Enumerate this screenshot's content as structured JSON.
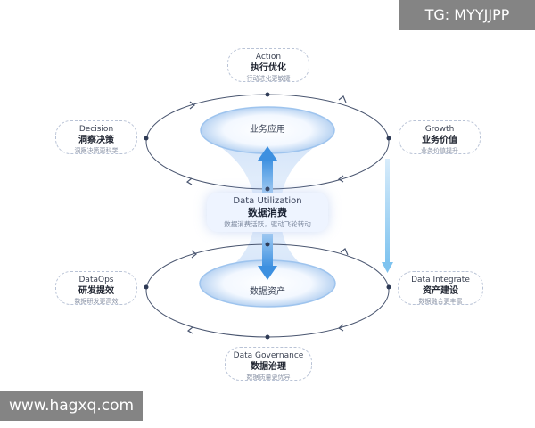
{
  "watermark_top": "TG: MYYJJPP",
  "watermark_bottom": "www.hagxq.com",
  "top_ring_label": "业务应用",
  "bottom_ring_label": "数据资产",
  "center": {
    "en": "Data Utilization",
    "cn": "数据消费",
    "sub": "数据消费活跃，驱动飞轮转动"
  },
  "nodes": {
    "action": {
      "en": "Action",
      "cn": "执行优化",
      "sub": "行动进化更敏捷"
    },
    "decision": {
      "en": "Decision",
      "cn": "洞察决策",
      "sub": "洞察决策更科学"
    },
    "growth": {
      "en": "Growth",
      "cn": "业务价值",
      "sub": "业务价值提升"
    },
    "dataops": {
      "en": "DataOps",
      "cn": "研发提效",
      "sub": "数据研发更高效"
    },
    "integrate": {
      "en": "Data Integrate",
      "cn": "资产建设",
      "sub": "数据融合更丰富"
    },
    "governance": {
      "en": "Data Governance",
      "cn": "数据治理",
      "sub": "数据质量更优异"
    }
  },
  "colors": {
    "ring": "#4a5670",
    "accent": "#5aa8ec",
    "glow": "#dbe9fb",
    "dashed": "#b9c3d6"
  }
}
